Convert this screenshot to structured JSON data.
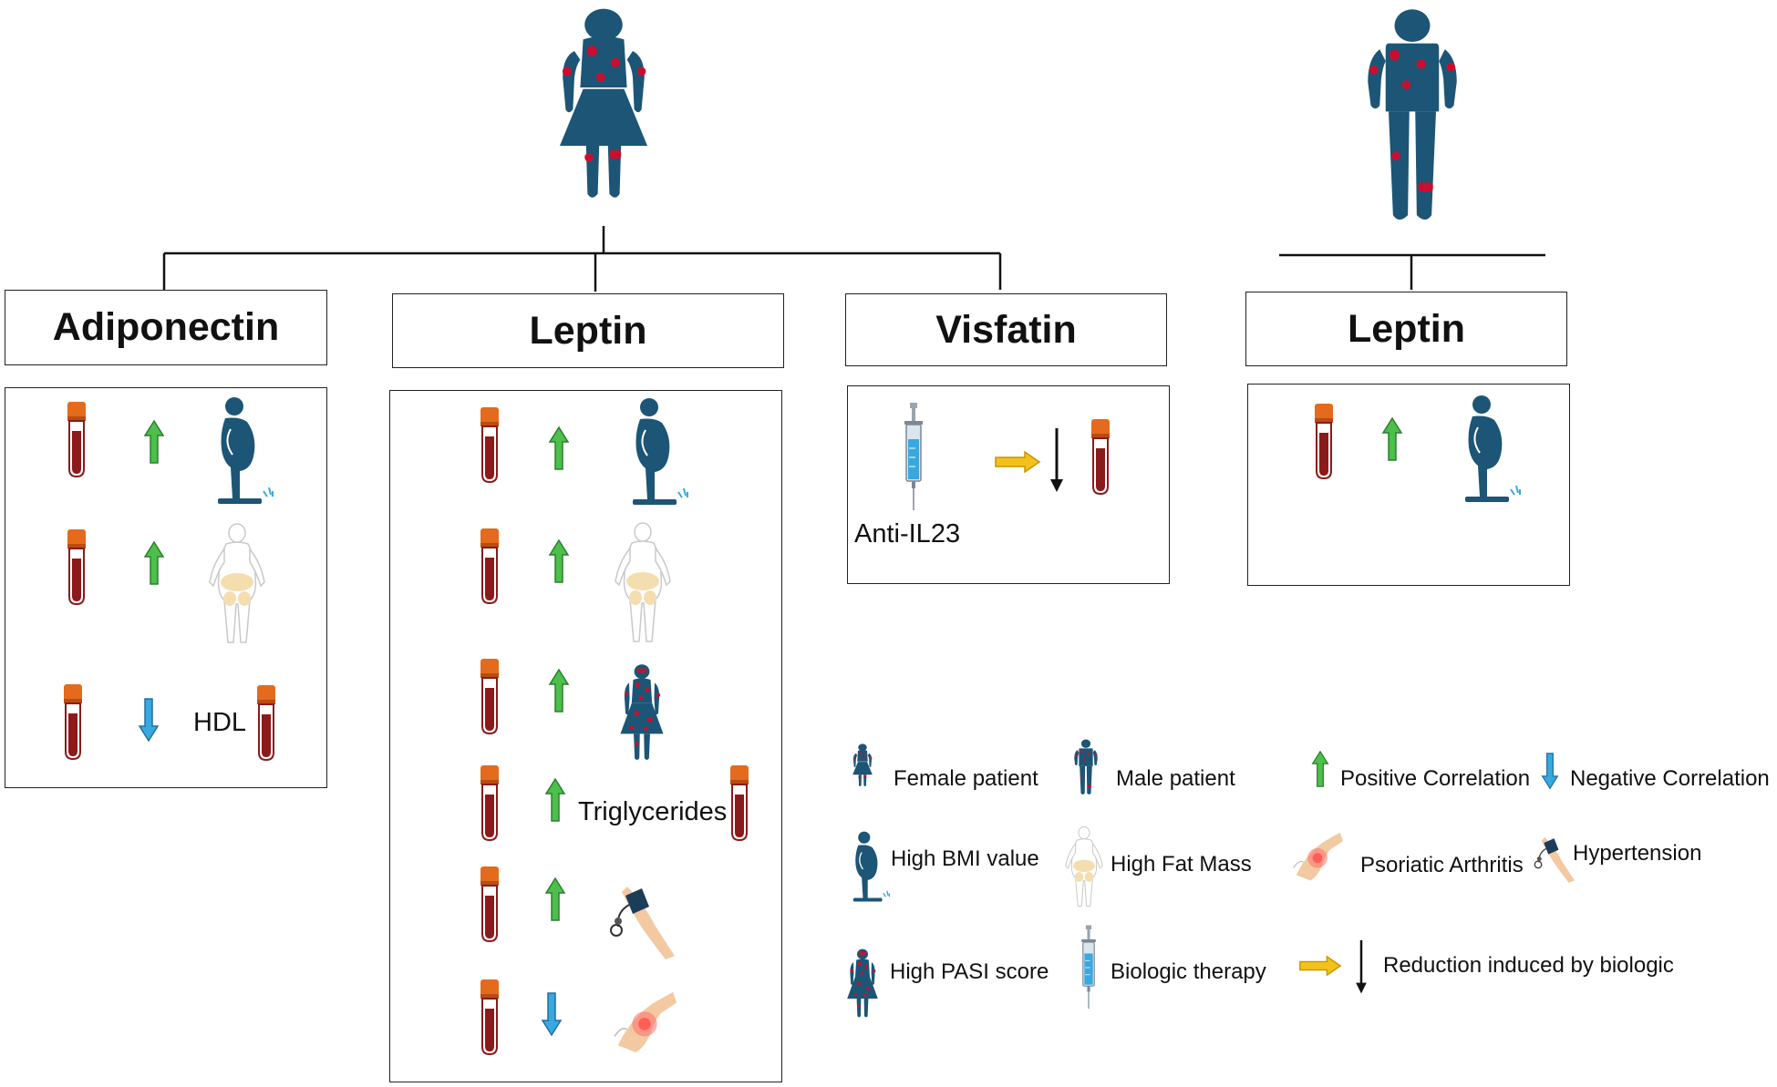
{
  "colors": {
    "figure": "#1c5576",
    "lesion": "#c8102e",
    "tube_cap": "#e46a1e",
    "tube_blood": "#8b1a1a",
    "arrow_up": "#4cc04a",
    "arrow_down": "#3aa8e0",
    "arrow_yellow": "#f2c21a",
    "skin": "#f3c9a2",
    "fat": "#f4deb0"
  },
  "groups": {
    "female": {
      "icon": "female-patient-icon"
    },
    "male": {
      "icon": "male-patient-icon"
    }
  },
  "boxes": {
    "adiponectin": {
      "title": "Adiponectin",
      "rows": [
        {
          "direction": "up",
          "icon": "high-bmi-icon"
        },
        {
          "direction": "up",
          "icon": "high-fat-mass-icon"
        },
        {
          "direction": "down",
          "label": "HDL",
          "icon": "blood-tube-icon"
        }
      ]
    },
    "leptin_female": {
      "title": "Leptin",
      "rows": [
        {
          "direction": "up",
          "icon": "high-bmi-icon"
        },
        {
          "direction": "up",
          "icon": "high-fat-mass-icon"
        },
        {
          "direction": "up",
          "icon": "high-pasi-icon"
        },
        {
          "direction": "up",
          "label": "Triglycerides",
          "icon": "blood-tube-icon"
        },
        {
          "direction": "up",
          "icon": "hypertension-icon"
        },
        {
          "direction": "down",
          "icon": "psoriatic-arthritis-icon"
        }
      ]
    },
    "visfatin": {
      "title": "Visfatin",
      "drug_label": "Anti-IL23"
    },
    "leptin_male": {
      "title": "Leptin",
      "rows": [
        {
          "direction": "up",
          "icon": "high-bmi-icon"
        }
      ]
    }
  },
  "legend": {
    "female_patient": "Female patient",
    "male_patient": "Male patient",
    "positive_correlation": "Positive Correlation",
    "negative_correlation": "Negative Correlation",
    "high_bmi": "High BMI value",
    "high_fat_mass": "High Fat Mass",
    "psoriatic_arthritis": "Psoriatic Arthritis",
    "hypertension": "Hypertension",
    "high_pasi": "High PASI score",
    "biologic_therapy": "Biologic therapy",
    "reduction_biologic": "Reduction induced by biologic"
  }
}
